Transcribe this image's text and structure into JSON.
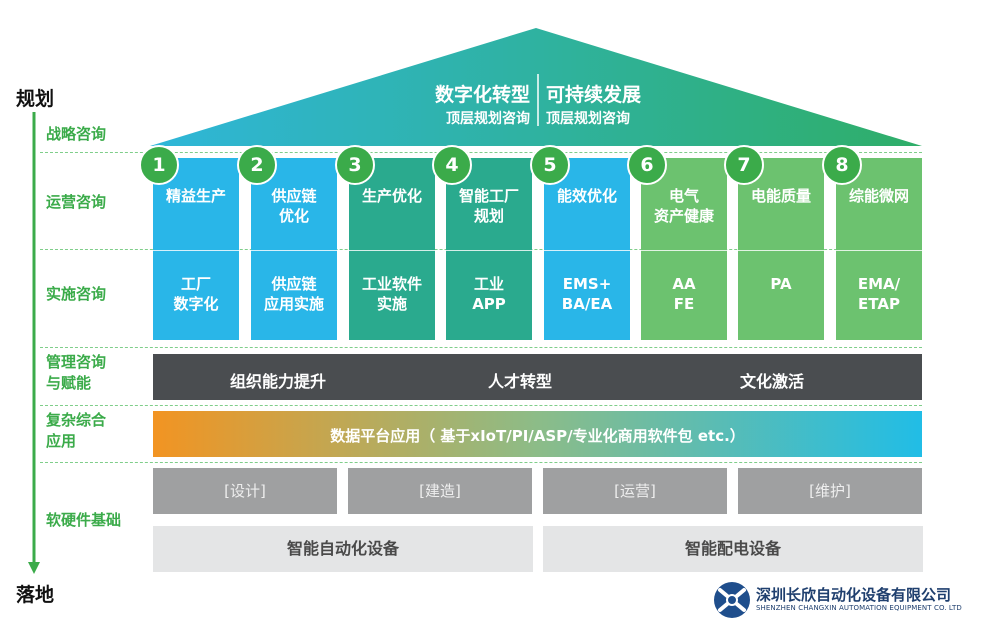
{
  "axis": {
    "top": "规划",
    "bottom": "落地"
  },
  "row_labels": {
    "strategy": "战略咨询",
    "operations": "运营咨询",
    "implementation": "实施咨询",
    "management": "管理咨询\n与赋能",
    "complex": "复杂综合\n应用",
    "foundation": "软硬件基础"
  },
  "roof": {
    "left_title": "数字化转型",
    "left_sub": "顶层规划咨询",
    "right_title": "可持续发展",
    "right_sub": "顶层规划咨询"
  },
  "pillars": [
    {
      "num": "1",
      "title": "精益生产",
      "impl": "工厂\n数字化",
      "color": "#29b6e8"
    },
    {
      "num": "2",
      "title": "供应链\n优化",
      "impl": "供应链\n应用实施",
      "color": "#29b6e8"
    },
    {
      "num": "3",
      "title": "生产优化",
      "impl": "工业软件\n实施",
      "color": "#2aaa8e"
    },
    {
      "num": "4",
      "title": "智能工厂\n规划",
      "impl": "工业\nAPP",
      "color": "#2aaa8e"
    },
    {
      "num": "5",
      "title": "能效优化",
      "impl": "EMS+\nBA/EA",
      "color": "#29b6e8"
    },
    {
      "num": "6",
      "title": "电气\n资产健康",
      "impl": "AA\nFE",
      "color": "#6cc26f"
    },
    {
      "num": "7",
      "title": "电能质量",
      "impl": "PA",
      "color": "#6cc26f"
    },
    {
      "num": "8",
      "title": "综能微网",
      "impl": "EMA/\nETAP",
      "color": "#6cc26f"
    }
  ],
  "management_bar": [
    "组织能力提升",
    "人才转型",
    "文化激活"
  ],
  "platform_bar": "数据平台应用（ 基于xIoT/PI/ASP/专业化商用软件包 etc.）",
  "lifecycle": [
    "[设计]",
    "[建造]",
    "[运营]",
    "[维护]"
  ],
  "equipment": [
    "智能自动化设备",
    "智能配电设备"
  ],
  "company": {
    "name_cn": "深圳长欣自动化设备有限公司",
    "name_en": "SHENZHEN CHANGXIN AUTOMATION EQUIPMENT CO. LTD"
  }
}
